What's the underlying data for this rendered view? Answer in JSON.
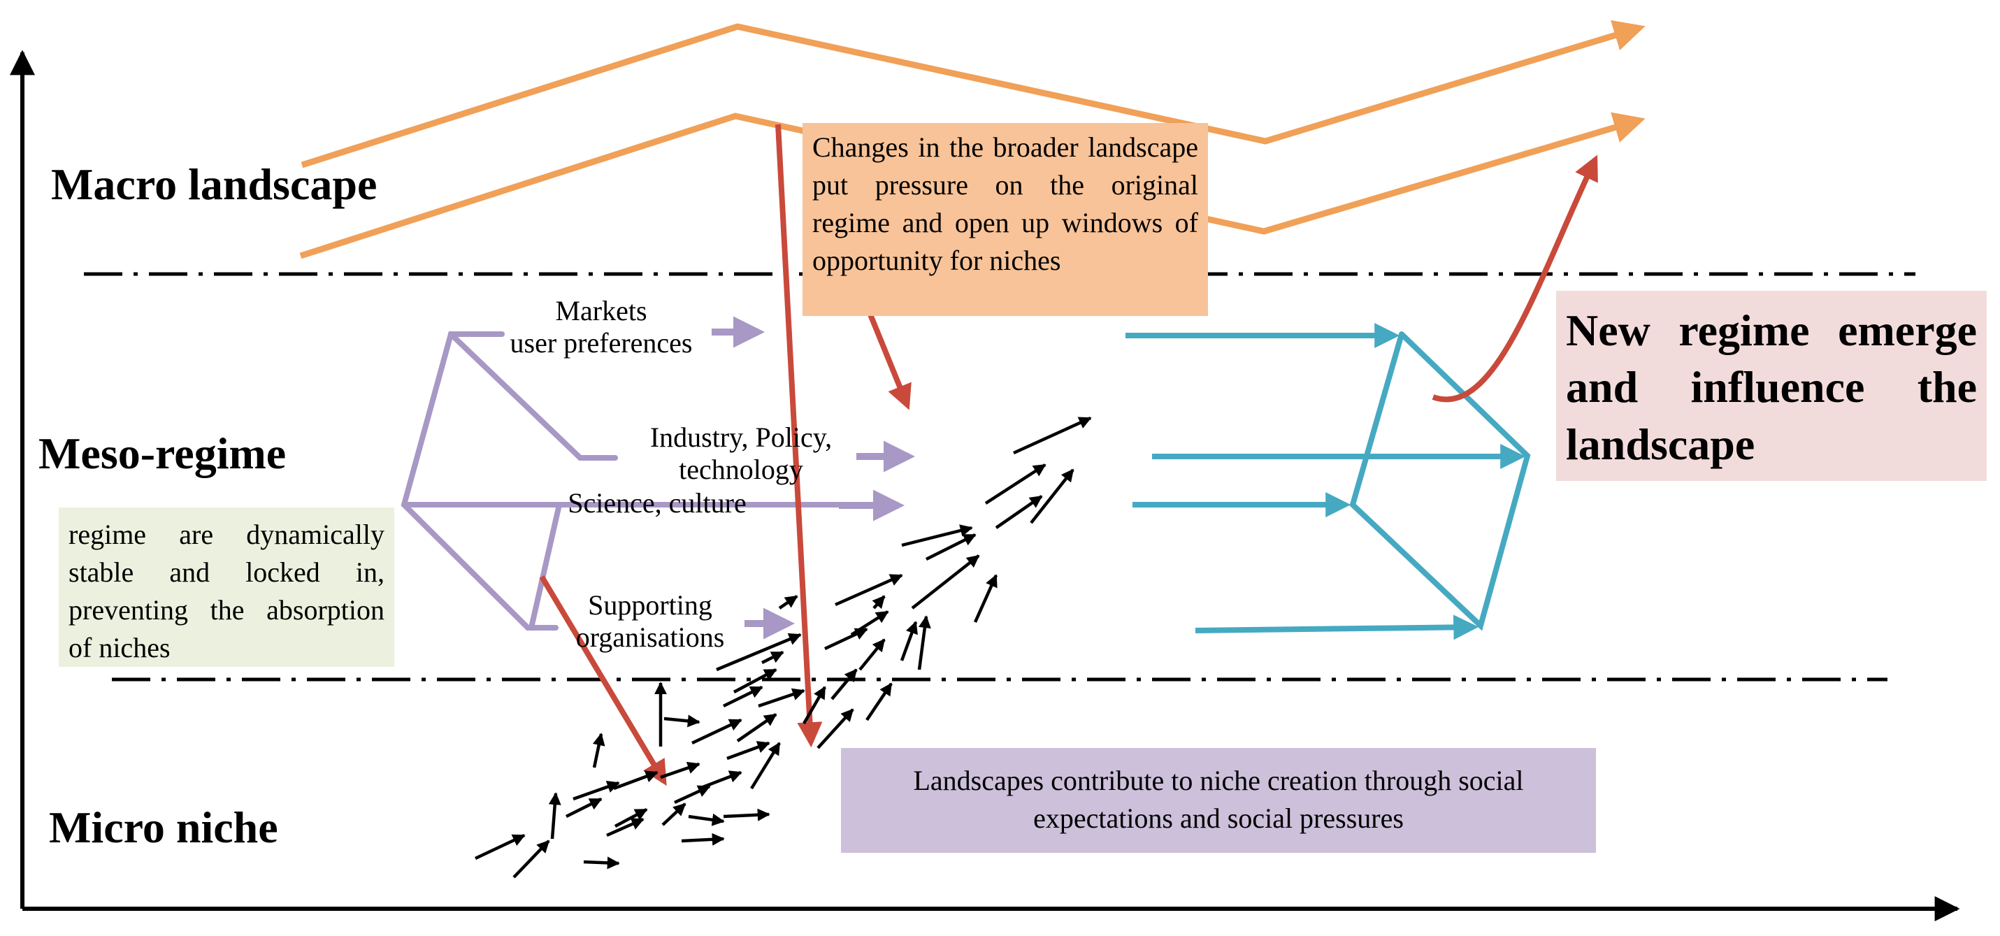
{
  "layers": {
    "macro": "Macro landscape",
    "meso": "Meso-regime",
    "micro": "Micro niche"
  },
  "regime_factors": {
    "markets": "Markets\nuser preferences",
    "industry": "Industry, Policy,\ntechnology",
    "science": "Science, culture",
    "supporting": "Supporting\norganisations"
  },
  "notes": {
    "landscape_pressure": "Changes in the broader landscape put pressure on the original regime and open up windows of opportunity for niches",
    "regime_locked": "regime are dynamically stable and locked in, preventing the absorption of niches",
    "new_regime": "New regime emerge and influence the landscape",
    "niche_creation": "Landscapes contribute to niche creation through social expectations and social pressures"
  },
  "colors": {
    "landscape": "#F0A057",
    "regime": "#A898C5",
    "new_regime": "#46A9C2",
    "pressure": "#C9493B",
    "niche": "#000000",
    "box_landscape": "#F8C398",
    "box_regime": "#EBF1DE",
    "box_new_regime": "#F2DCDB",
    "box_niche": "#CCC0DA"
  }
}
